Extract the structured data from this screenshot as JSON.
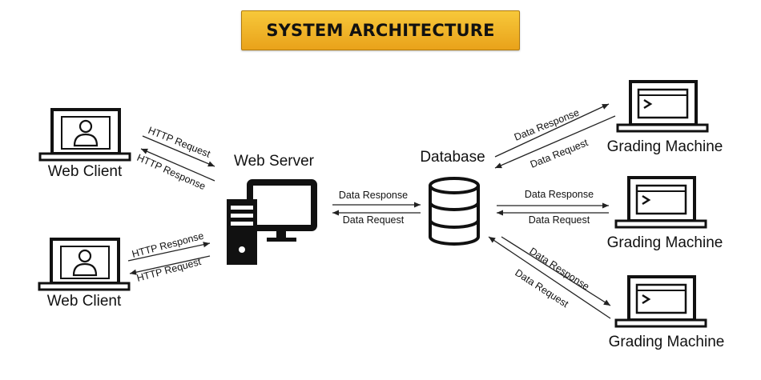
{
  "title": "SYSTEM ARCHITECTURE",
  "nodes": {
    "web_client_top": "Web Client",
    "web_client_bottom": "Web Client",
    "web_server": "Web Server",
    "database": "Database",
    "grading_machine_1": "Grading Machine",
    "grading_machine_2": "Grading Machine",
    "grading_machine_3": "Grading Machine"
  },
  "flows": {
    "client_top_request": "HTTP Request",
    "client_top_response": "HTTP Response",
    "client_bottom_response": "HTTP Response",
    "client_bottom_request": "HTTP Request",
    "server_db_response": "Data Response",
    "server_db_request": "Data Request",
    "gm1_response": "Data Response",
    "gm1_request": "Data Request",
    "gm2_response": "Data Response",
    "gm2_request": "Data Request",
    "gm3_response": "Data Response",
    "gm3_request": "Data Request"
  }
}
